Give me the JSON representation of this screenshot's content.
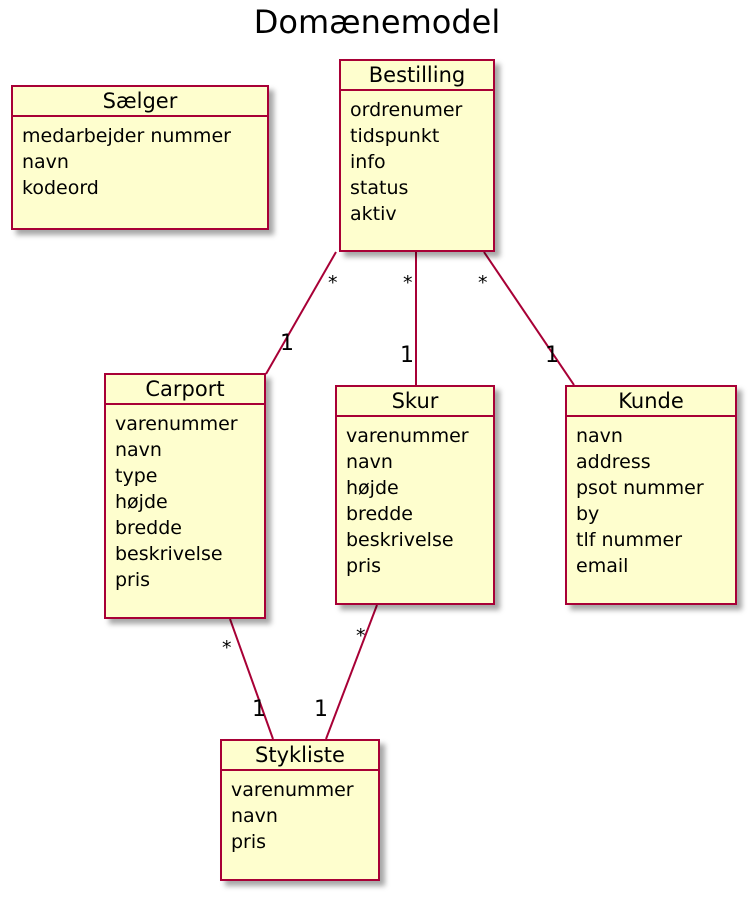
{
  "title": "Domænemodel",
  "colors": {
    "border": "#a80036",
    "fill": "#fefece",
    "line": "#a80036"
  },
  "entities": {
    "saelger": {
      "name": "Sælger",
      "attributes": [
        "medarbejder nummer",
        "navn",
        "kodeord"
      ]
    },
    "bestilling": {
      "name": "Bestilling",
      "attributes": [
        "ordrenumer",
        "tidspunkt",
        "info",
        "status",
        "aktiv"
      ]
    },
    "carport": {
      "name": "Carport",
      "attributes": [
        "varenummer",
        "navn",
        "type",
        "højde",
        "bredde",
        "beskrivelse",
        "pris"
      ]
    },
    "skur": {
      "name": "Skur",
      "attributes": [
        "varenummer",
        "navn",
        "højde",
        "bredde",
        "beskrivelse",
        "pris"
      ]
    },
    "kunde": {
      "name": "Kunde",
      "attributes": [
        "navn",
        "address",
        "psot nummer",
        "by",
        "tlf nummer",
        "email"
      ]
    },
    "stykliste": {
      "name": "Stykliste",
      "attributes": [
        "varenummer",
        "navn",
        "pris"
      ]
    }
  },
  "relations": [
    {
      "from": "bestilling",
      "to": "carport",
      "from_mult": "*",
      "to_mult": "1"
    },
    {
      "from": "bestilling",
      "to": "skur",
      "from_mult": "*",
      "to_mult": "1"
    },
    {
      "from": "bestilling",
      "to": "kunde",
      "from_mult": "*",
      "to_mult": "1"
    },
    {
      "from": "carport",
      "to": "stykliste",
      "from_mult": "*",
      "to_mult": "1"
    },
    {
      "from": "skur",
      "to": "stykliste",
      "from_mult": "*",
      "to_mult": "1"
    }
  ]
}
